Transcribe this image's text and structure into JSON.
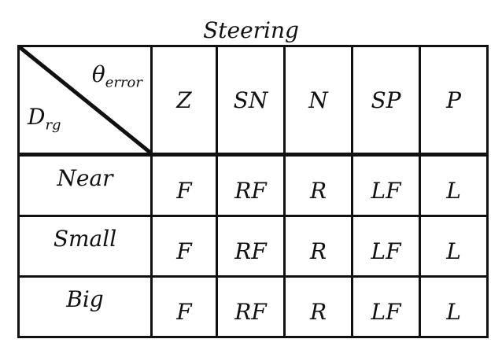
{
  "title": "Steering",
  "header": {
    "corner_top": "θ",
    "corner_top_sub": "error",
    "corner_bottom": "D",
    "corner_bottom_sub": "rg",
    "columns": [
      "Z",
      "SN",
      "N",
      "SP",
      "P"
    ]
  },
  "rows": [
    {
      "label": "Near",
      "cells": [
        "F",
        "RF",
        "R",
        "LF",
        "L"
      ]
    },
    {
      "label": "Small",
      "cells": [
        "F",
        "RF",
        "R",
        "LF",
        "L"
      ]
    },
    {
      "label": "Big",
      "cells": [
        "F",
        "RF",
        "R",
        "LF",
        "L"
      ]
    }
  ]
}
